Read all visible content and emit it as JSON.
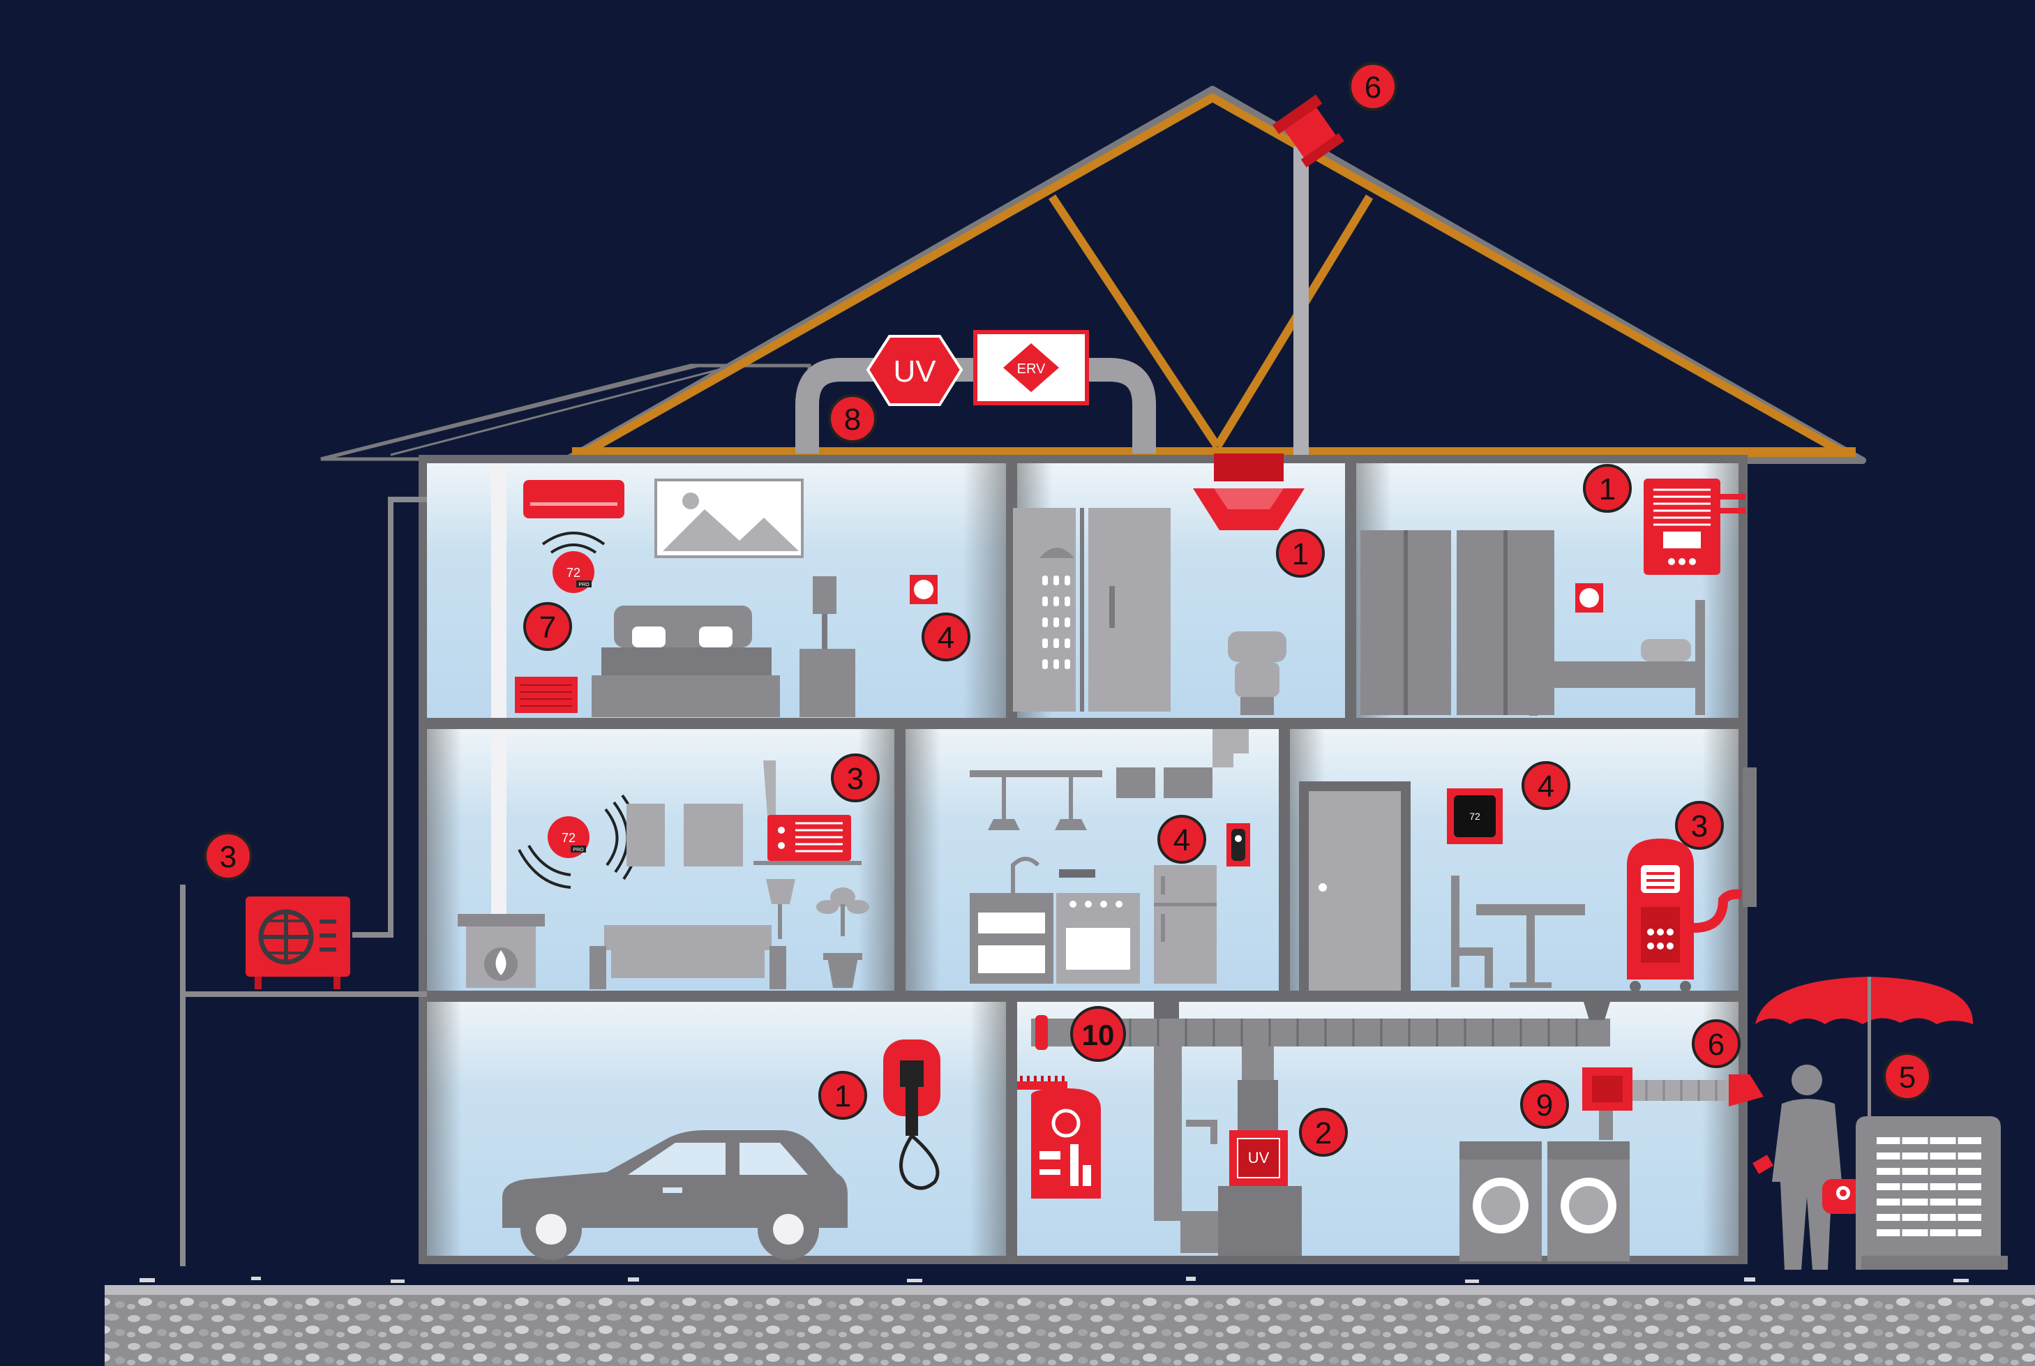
{
  "colors": {
    "background": "#0e1836",
    "accent_red": "#e8202e",
    "roof_truss": "#c9821e",
    "wall_gray": "#6b6b70",
    "room_light": "#c2dcf0",
    "furniture_gray": "#8a8a8e",
    "ground": "#9c9ca0"
  },
  "attic": {
    "uv_label": "UV",
    "erv_label": "ERV"
  },
  "thermostat": {
    "temp": "72",
    "badge": "PRO"
  },
  "furnace": {
    "uv_label": "UV"
  },
  "markers": [
    {
      "id": "m-roof-vent",
      "label": "6"
    },
    {
      "id": "m-attic-duct",
      "label": "8"
    },
    {
      "id": "m-ceiling-cassette",
      "label": "1"
    },
    {
      "id": "m-bedroom-right-unit",
      "label": "1"
    },
    {
      "id": "m-bedroom-thermostat",
      "label": "7"
    },
    {
      "id": "m-bedroom-sensor",
      "label": "4"
    },
    {
      "id": "m-living-ac",
      "label": "3"
    },
    {
      "id": "m-kitchen-sensor",
      "label": "4"
    },
    {
      "id": "m-dining-thermostat",
      "label": "4"
    },
    {
      "id": "m-dining-dehumidifier",
      "label": "3"
    },
    {
      "id": "m-outdoor-condenser",
      "label": "3"
    },
    {
      "id": "m-garage-charger",
      "label": "1"
    },
    {
      "id": "m-basement-duct",
      "label": "10"
    },
    {
      "id": "m-furnace",
      "label": "2"
    },
    {
      "id": "m-dryer-vent",
      "label": "9"
    },
    {
      "id": "m-exhaust-vent",
      "label": "6"
    },
    {
      "id": "m-generator",
      "label": "5"
    }
  ]
}
